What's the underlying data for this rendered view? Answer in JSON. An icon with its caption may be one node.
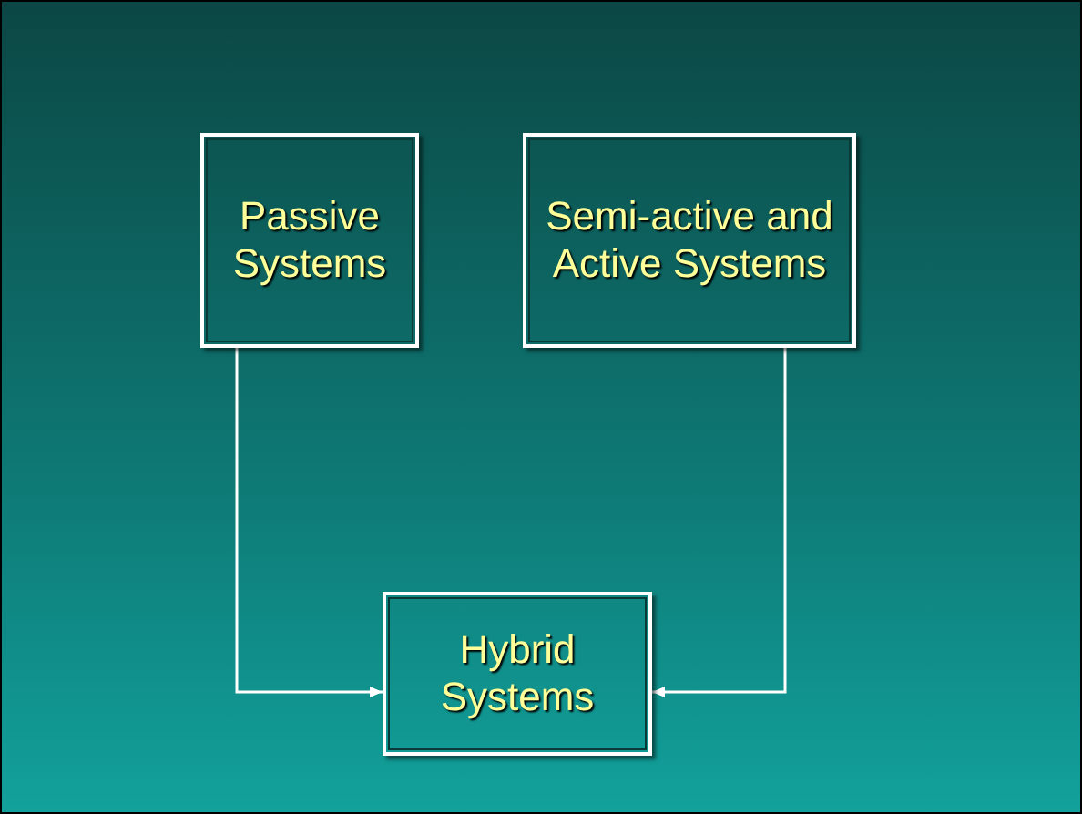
{
  "diagram": {
    "nodes": [
      {
        "text": [
          "Passive Systems"
        ]
      },
      {
        "text": [
          "Semi-active and Active Systems"
        ]
      },
      {
        "text": [
          "Hybrid Systems"
        ]
      }
    ],
    "edges": [
      {
        "from": 0,
        "to": 2,
        "arrow": "to"
      },
      {
        "from": 1,
        "to": 2,
        "arrow": "to"
      }
    ]
  }
}
